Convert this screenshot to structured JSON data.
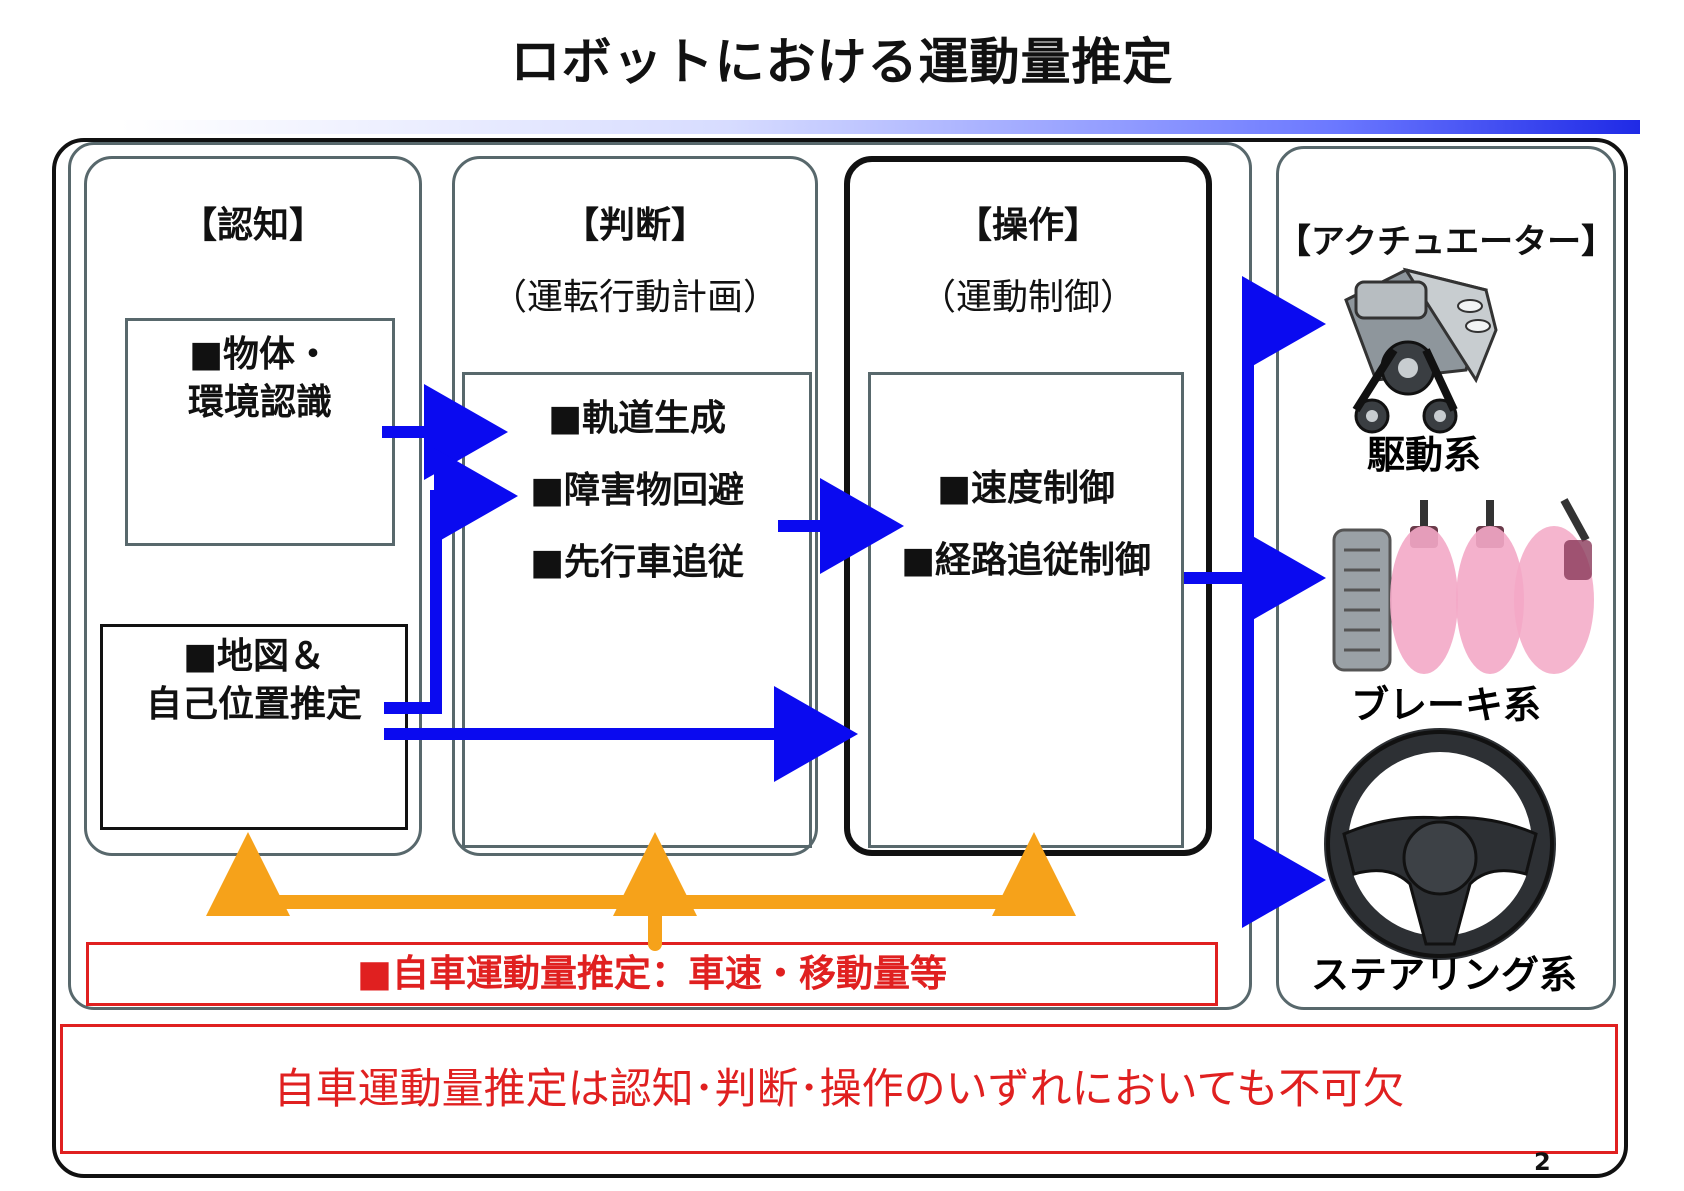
{
  "title": "ロボットにおける運動量推定",
  "columns": {
    "ninchi": {
      "heading": "【認知】",
      "items": [
        "■物体・",
        "環境認識"
      ],
      "map_items": [
        "■地図＆",
        "自己位置推定"
      ]
    },
    "handan": {
      "heading": "【判断】",
      "subheading": "（運転行動計画）",
      "items": [
        "■軌道生成",
        "■障害物回避",
        "■先行車追従"
      ]
    },
    "sosa": {
      "heading": "【操作】",
      "subheading": "（運動制御）",
      "items": [
        "■速度制御",
        "■経路追従制御"
      ]
    },
    "actuator": {
      "heading": "【アクチュエーター】",
      "items": [
        "駆動系",
        "ブレーキ系",
        "ステアリング系"
      ]
    }
  },
  "estimate_label": "■自車運動量推定：車速・移動量等",
  "conclusion": "自車運動量推定は認知･判断･操作のいずれにおいても不可欠",
  "page_number": "2",
  "colors": {
    "flow_arrow": "#0a0af0",
    "feedback_arrow": "#f6a21a",
    "emphasis": "#e02020"
  }
}
